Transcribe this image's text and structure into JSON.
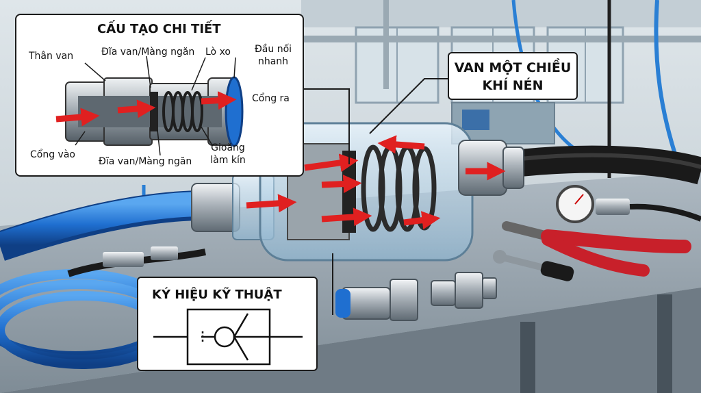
{
  "detail_panel": {
    "title": "CẤU TẠO CHI TIẾT",
    "labels": {
      "body": "Thân van",
      "disc_top": "Đĩa van/Màng ngăn",
      "spring": "Lò xo",
      "quick_fitting_line1": "Đầu nối",
      "quick_fitting_line2": "nhanh",
      "outlet": "Cổng ra",
      "inlet": "Cổng vào",
      "disc_bottom": "Đĩa van/Màng ngăn",
      "seal_line1": "Gioăng",
      "seal_line2": "làm kín"
    }
  },
  "main_label": {
    "line1": "VAN MỘT CHIỀU",
    "line2": "KHÍ NÉN"
  },
  "symbol_panel": {
    "title": "KÝ HIỆU KỸ THUẬT"
  },
  "colors": {
    "arrow_red": "#e02020",
    "hose_blue": "#1f6fd0",
    "hose_black": "#1a1a1a",
    "tool_red": "#c8202a",
    "panel_border": "#1b1b1b"
  }
}
